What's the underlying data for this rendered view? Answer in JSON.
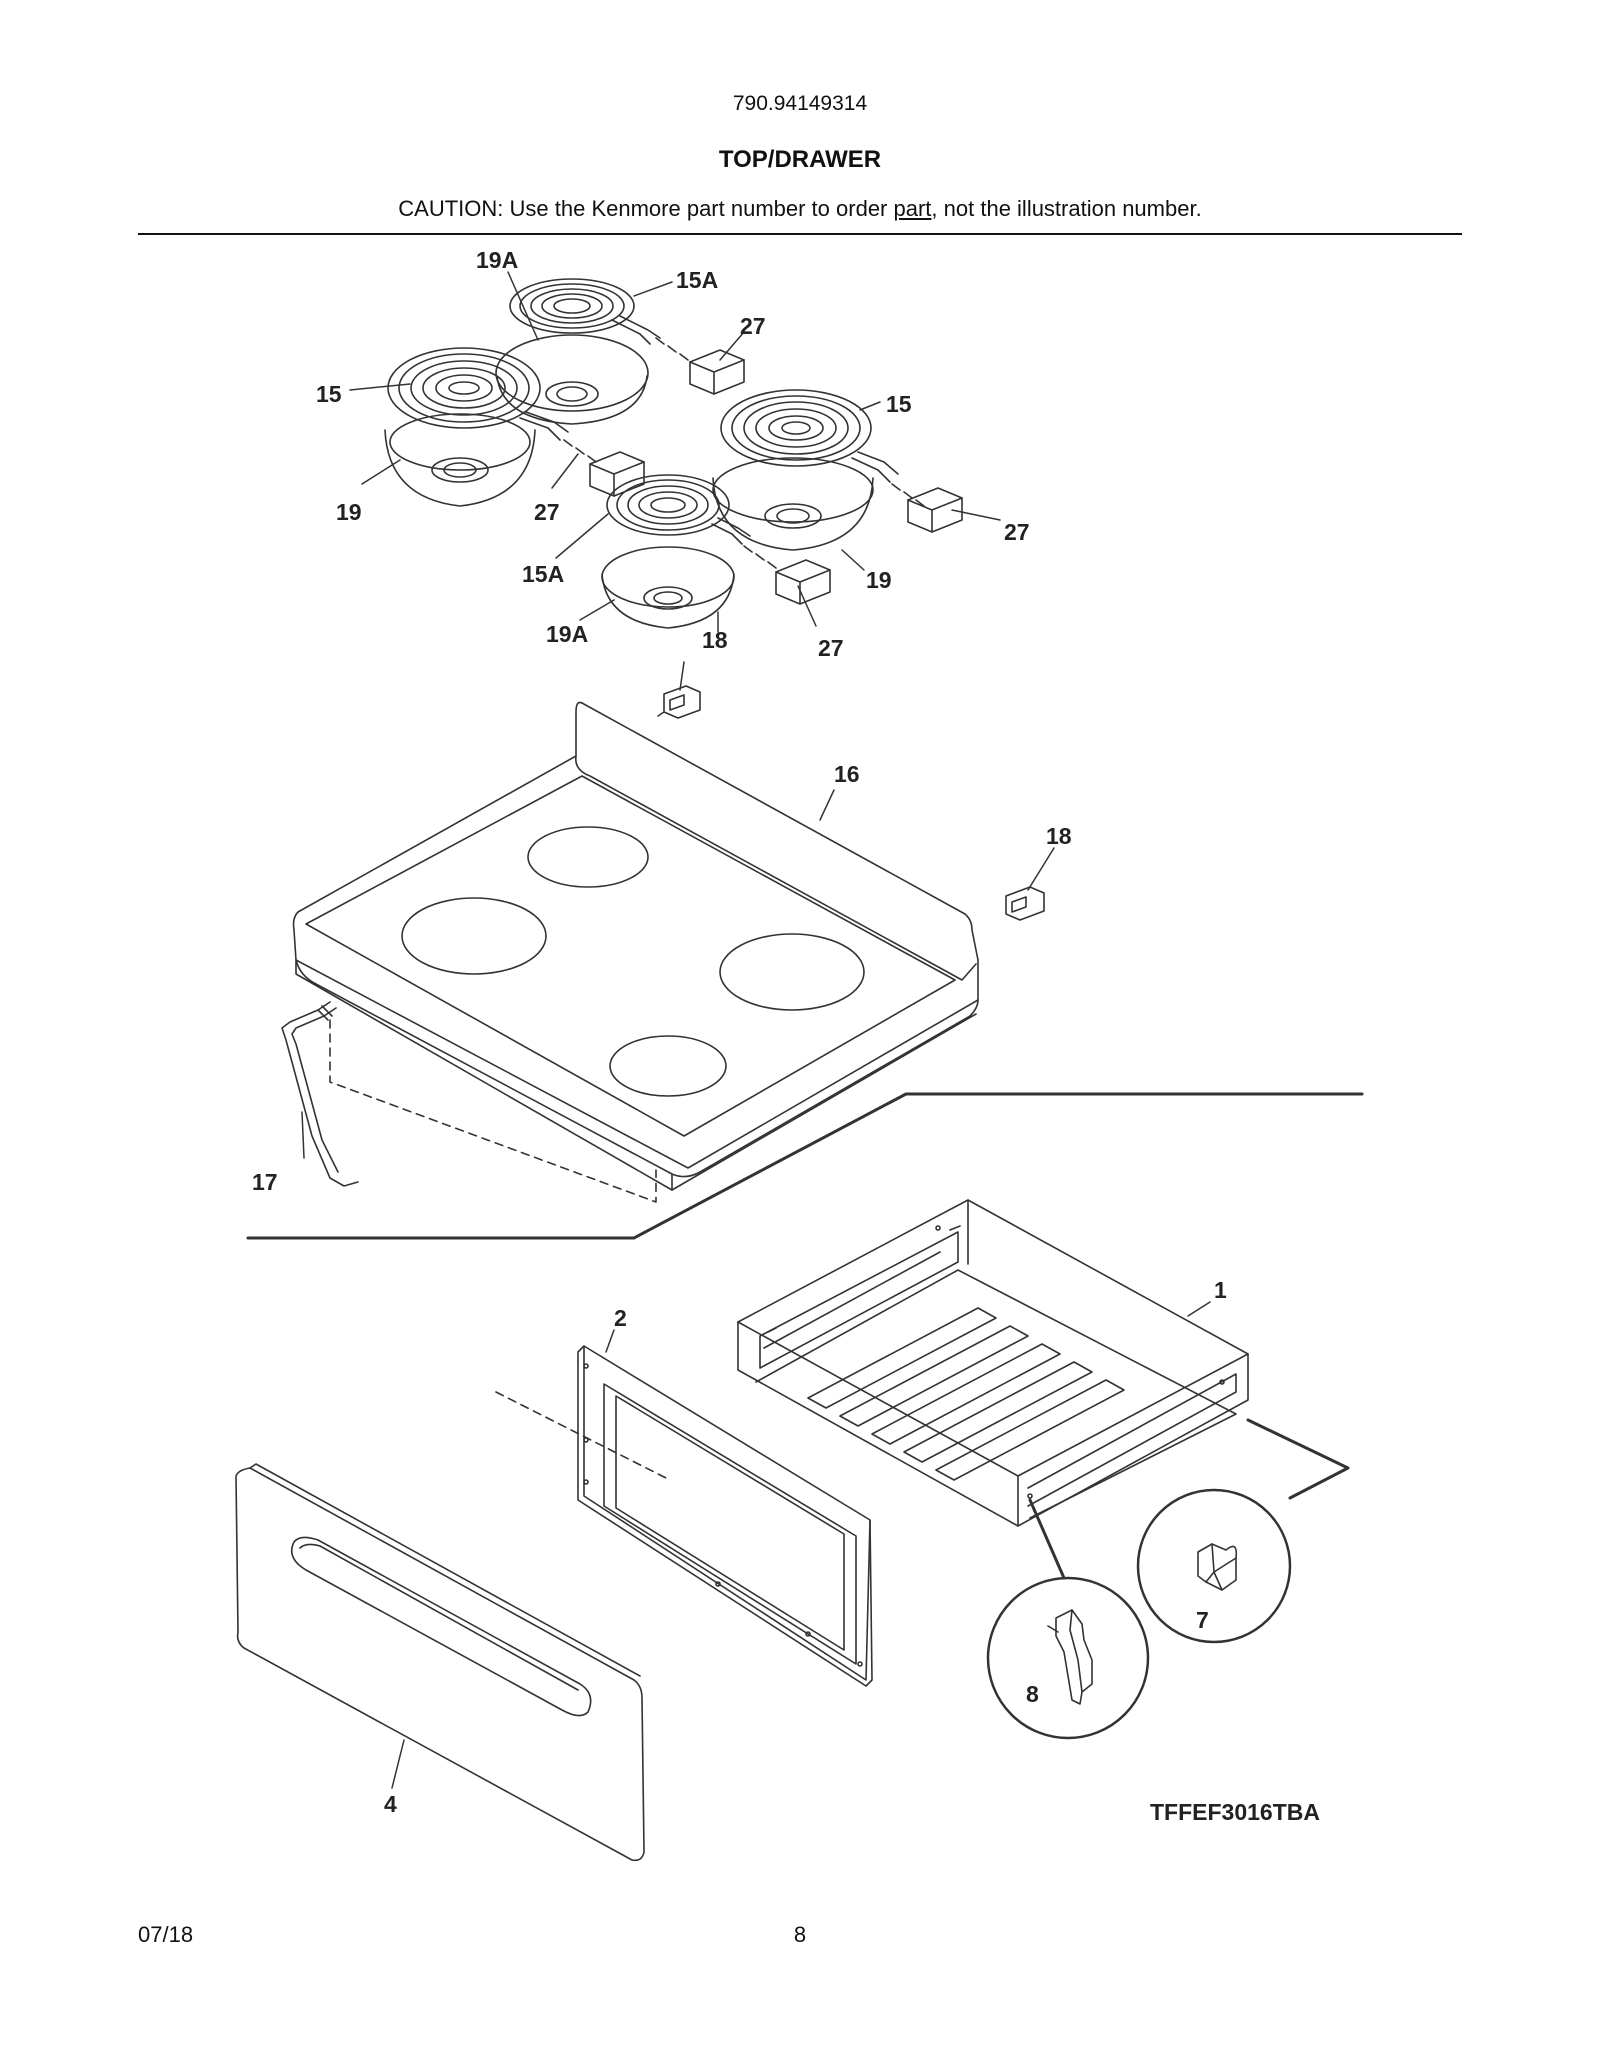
{
  "header": {
    "model_number": "790.94149314",
    "section_title": "TOP/DRAWER",
    "caution_pre": "CAUTION: Use the Kenmore part number to order ",
    "caution_link": "part",
    "caution_post": ", not the illustration number."
  },
  "callouts": {
    "c19A_top": "19A",
    "c15A_top": "15A",
    "c27_a": "27",
    "c15_left": "15",
    "c15_right": "15",
    "c19_left": "19",
    "c27_b": "27",
    "c27_c": "27",
    "c15A_bottom": "15A",
    "c19_right": "19",
    "c19A_bottom": "19A",
    "c18_a": "18",
    "c27_d": "27",
    "c16": "16",
    "c18_b": "18",
    "c17": "17",
    "c1": "1",
    "c2": "2",
    "c7": "7",
    "c8": "8",
    "c4": "4"
  },
  "diagram_code": "TFFEF3016TBA",
  "footer": {
    "date": "07/18",
    "page_number": "8"
  }
}
